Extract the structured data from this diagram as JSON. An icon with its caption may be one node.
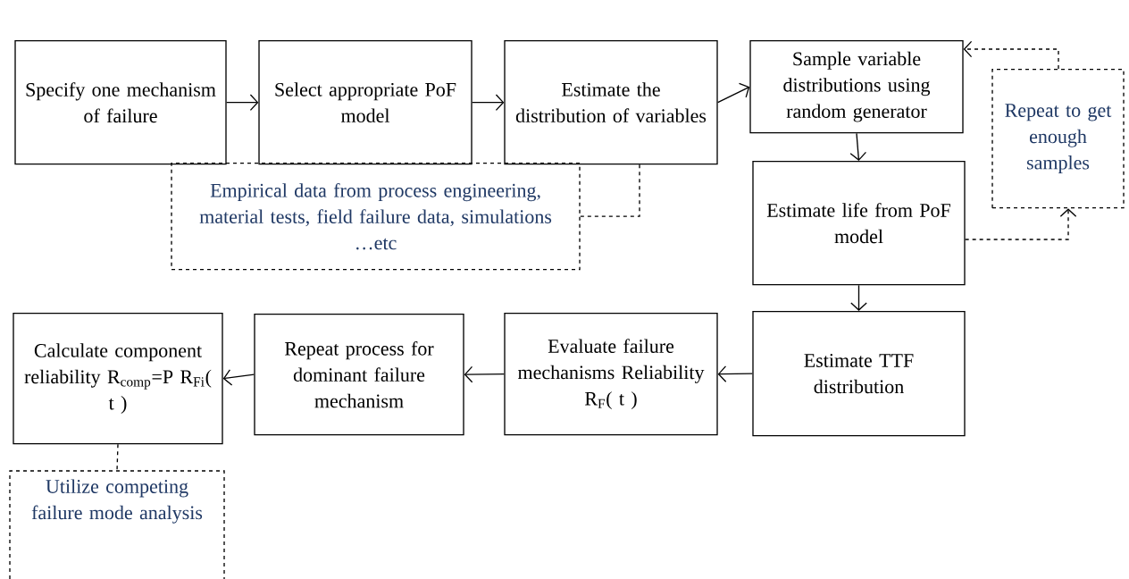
{
  "diagram": {
    "nodes": [
      {
        "text": [
          "Specify one mechanism of failure"
        ]
      },
      {
        "text": [
          "Select appropriate PoF model"
        ]
      },
      {
        "text": [
          "Estimate the distribution of variables"
        ]
      },
      {
        "text": [
          "Sample variable distributions using random generator"
        ]
      },
      {
        "text": [
          "Estimate life from PoF model"
        ]
      },
      {
        "text": [
          "Repeat to get enough samples"
        ]
      },
      {
        "text": [
          "Empirical data from process engineering, material tests, field failure data, simulations …etc"
        ]
      },
      {
        "text": [
          "Estimate TTF distribution"
        ]
      },
      {
        "text": [
          "Evaluate failure mechanisms Reliability R$_{F}$( t )"
        ]
      },
      {
        "text": [
          "Repeat process for dominant failure mechanism"
        ]
      },
      {
        "text": [
          "Calculate component reliability R$_{comp}$=P R$_{Fi}$( t )"
        ]
      },
      {
        "text": [
          "Utilize competing failure mode analysis"
        ]
      }
    ],
    "edges": [
      {
        "from": 0,
        "to": 1,
        "arrow": "to"
      },
      {
        "from": 1,
        "to": 2,
        "arrow": "to"
      },
      {
        "from": 2,
        "to": 3,
        "arrow": "to"
      },
      {
        "from": 3,
        "to": 4,
        "arrow": "to"
      },
      {
        "from": 2,
        "to": 6,
        "arrow": "none",
        "style": "dashed"
      },
      {
        "from": 4,
        "to": 5,
        "arrow": "to",
        "style": "dashed"
      },
      {
        "from": 5,
        "to": 3,
        "arrow": "to",
        "style": "dashed"
      },
      {
        "from": 4,
        "to": 7,
        "arrow": "to"
      },
      {
        "from": 7,
        "to": 8,
        "arrow": "to"
      },
      {
        "from": 8,
        "to": 9,
        "arrow": "to"
      },
      {
        "from": 9,
        "to": 10,
        "arrow": "to"
      },
      {
        "from": 10,
        "to": 11,
        "arrow": "none",
        "style": "dashed"
      }
    ]
  }
}
